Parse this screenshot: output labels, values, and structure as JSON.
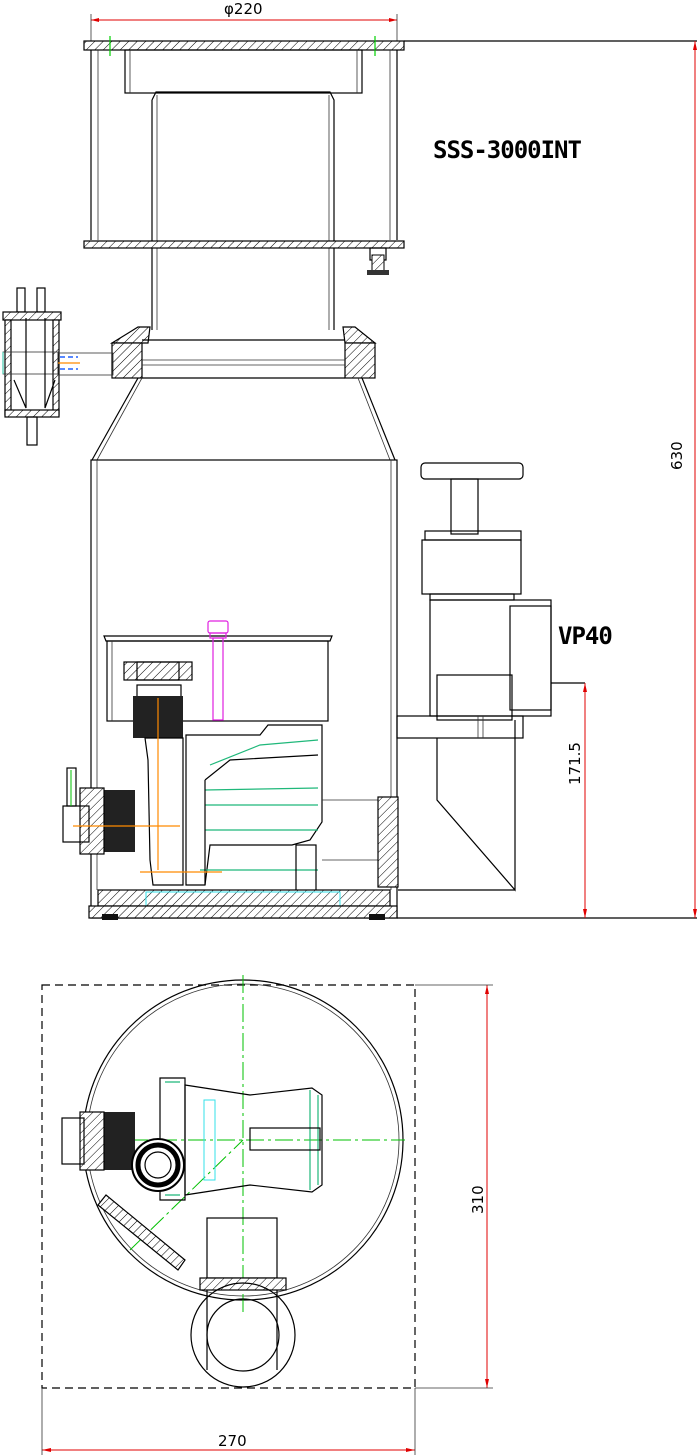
{
  "drawing": {
    "model_label": "SSS-3000INT",
    "pump_label": "VP40",
    "dimensions": {
      "top_diameter": "φ220",
      "total_height": "630",
      "outlet_height": "171.5",
      "footprint_depth": "310",
      "footprint_width": "270"
    },
    "colors": {
      "dimension": "#e00000",
      "pump_detail": "#1fb87a",
      "centerline": "#00c000",
      "bolt": "#e020e0",
      "axis": "#ff8a00",
      "base": "#33e0e8"
    }
  }
}
